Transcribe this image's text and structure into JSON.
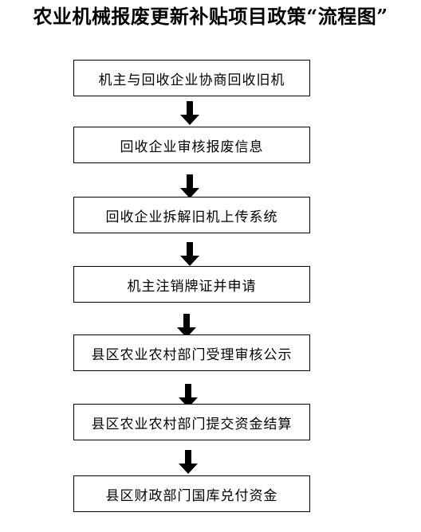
{
  "title": "农业机械报废更新补贴项目政策“流程图”",
  "steps": [
    "机主与回收企业协商回收旧机",
    "回收企业审核报废信息",
    "回收企业拆解旧机上传系统",
    "机主注销牌证并申请",
    "县区农业农村部门受理审核公示",
    "县区农业农村部门提交资金结算",
    "县区财政部门国库兑付资金"
  ],
  "colors": {
    "border": "#000000",
    "arrow": "#000000",
    "background": "#ffffff"
  }
}
